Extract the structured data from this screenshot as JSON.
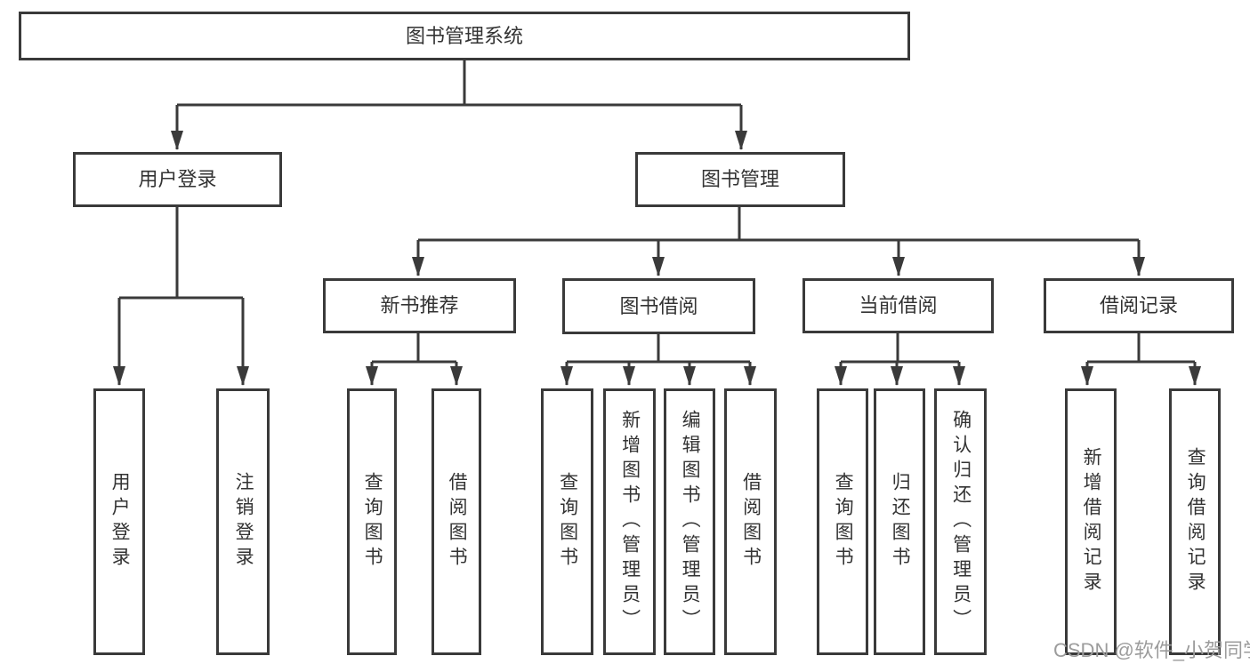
{
  "meta": {
    "watermark": "CSDN @软件_小贺同学"
  },
  "colors": {
    "line": "#3a3a3a",
    "box_border": "#3a3a3a",
    "text": "#333333",
    "watermark": "#9c9c9c",
    "background": "#ffffff"
  },
  "tree": {
    "root": {
      "label": "图书管理系统"
    },
    "level2": [
      {
        "label": "用户登录"
      },
      {
        "label": "图书管理"
      }
    ],
    "level3": [
      {
        "label": "新书推荐"
      },
      {
        "label": "图书借阅"
      },
      {
        "label": "当前借阅"
      },
      {
        "label": "借阅记录"
      }
    ],
    "leaves": {
      "user_login": [
        "用户登录",
        "注销登录"
      ],
      "new_book": [
        "查询图书",
        "借阅图书"
      ],
      "book_borrow": [
        "查询图书",
        "新增图书（管理员）",
        "编辑图书（管理员）",
        "借阅图书"
      ],
      "current_borrow": [
        "查询图书",
        "归还图书",
        "确认归还（管理员）"
      ],
      "borrow_record": [
        "新增借阅记录",
        "查询借阅记录"
      ]
    }
  }
}
